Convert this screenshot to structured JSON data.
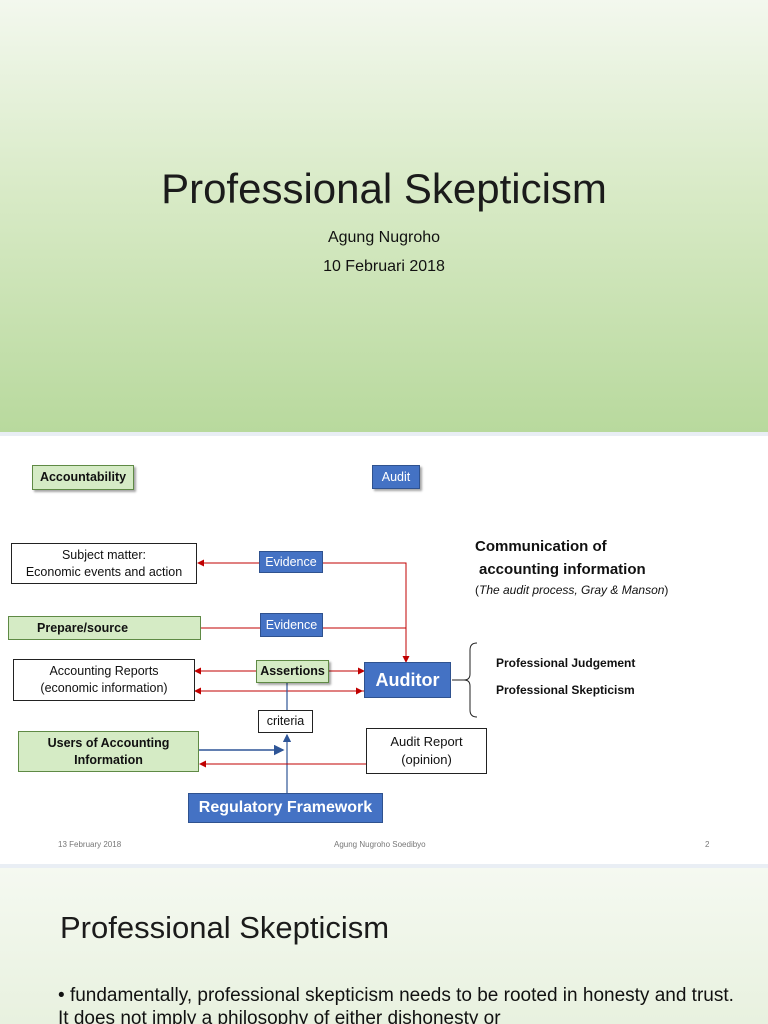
{
  "slide1": {
    "title": "Professional Skepticism",
    "author": "Agung Nugroho",
    "date": "10 Februari 2018"
  },
  "slide2": {
    "accountability": "Accountability",
    "audit": "Audit",
    "subject_matter_line1": "Subject matter:",
    "subject_matter_line2": "Economic events and action",
    "evidence_top": "Evidence",
    "evidence_mid": "Evidence",
    "prepare_source": "Prepare/source",
    "accounting_reports_line1": "Accounting Reports",
    "accounting_reports_line2": "(economic information)",
    "assertions": "Assertions",
    "auditor": "Auditor",
    "criteria": "criteria",
    "users_line1": "Users of Accounting",
    "users_line2": "Information",
    "audit_report_line1": "Audit Report",
    "audit_report_line2": "(opinion)",
    "regulatory_framework": "Regulatory Framework",
    "communication_line1": "Communication of",
    "communication_line2": "accounting information",
    "source_open": "(",
    "source_italic": "The audit process, Gray & Manson",
    "source_close": ")",
    "judgement": "Professional Judgement",
    "skepticism": "Professional Skepticism",
    "footer_date": "13 February 2018",
    "footer_author": "Agung Nugroho Soedibyo",
    "footer_page": "2",
    "colors": {
      "green_fill": "#d5ebc5",
      "blue_fill": "#4472c4",
      "red_arrow": "#c00000",
      "blue_arrow": "#2e5597"
    }
  },
  "slide3": {
    "title": "Professional Skepticism",
    "bullet_symbol": "•",
    "bullet_text": "fundamentally, professional skepticism needs to be rooted in honesty and trust. It does not imply a philosophy of either dishonesty or"
  }
}
